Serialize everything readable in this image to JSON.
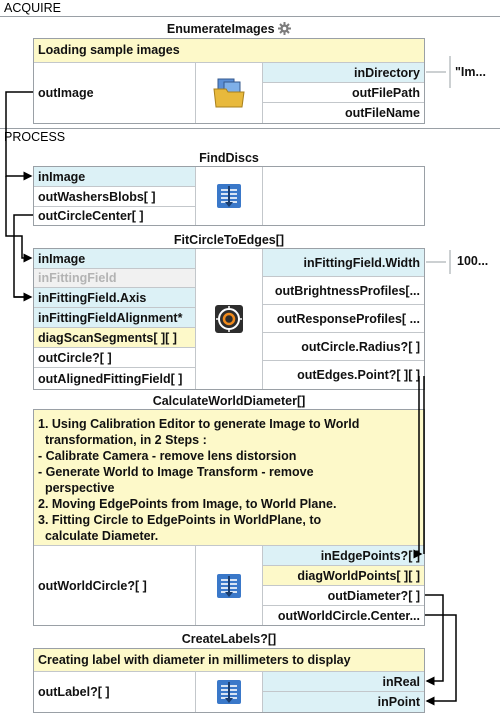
{
  "sections": {
    "acquire": "ACQUIRE",
    "process": "PROCESS"
  },
  "enumerate_images": {
    "title": "EnumerateImages",
    "comment": "Loading sample images",
    "inputs": [
      "outImage"
    ],
    "params": [
      "inDirectory",
      "outFilePath",
      "outFileName"
    ],
    "ext_value": "\"Im..."
  },
  "find_discs": {
    "title": "FindDiscs",
    "inputs": [
      "inImage",
      "outWashersBlobs[ ]",
      "outCircleCenter[ ]"
    ]
  },
  "fit_circle": {
    "title": "FitCircleToEdges[]",
    "left_rows": [
      "inImage",
      "inFittingField",
      "inFittingField.Axis",
      "inFittingFieldAlignment*",
      "diagScanSegments[ ][ ]",
      "outCircle?[ ]",
      "outAlignedFittingField[ ]"
    ],
    "right_rows": [
      "inFittingField.Width",
      "outBrightnessProfiles[...",
      "outResponseProfiles[ ...",
      "outCircle.Radius?[ ]",
      "outEdges.Point?[ ][ ]"
    ],
    "ext_value": "100..."
  },
  "calc_world": {
    "title": "CalculateWorldDiameter[]",
    "note": "1. Using Calibration Editor to generate Image to World\n  transformation, in 2 Steps :\n- Calibrate Camera - remove lens distorsion\n- Generate World to Image Transform - remove\n  perspective\n2. Moving EdgePoints from Image, to World Plane.\n3. Fitting Circle to EdgePoints in WorldPlane, to\n  calculate Diameter.",
    "left_rows": [
      "outWorldCircle?[ ]"
    ],
    "right_rows": [
      "inEdgePoints?[ ]",
      "diagWorldPoints[ ][ ]",
      "outDiameter?[ ]",
      "outWorldCircle.Center..."
    ]
  },
  "create_labels": {
    "title": "CreateLabels?[]",
    "comment": "Creating label with diameter in millimeters to display",
    "left_rows": [
      "outLabel?[ ]"
    ],
    "right_rows": [
      "inReal",
      "inPoint"
    ]
  },
  "icons": [
    "gear-icon",
    "folder-images-icon",
    "tool-blob-icon",
    "target-icon",
    "tool-calc-icon",
    "tool-label-icon"
  ],
  "colors": {
    "input_row": "#dcf1f6",
    "comment": "#fdf9c9",
    "border": "#9aa0a6",
    "wire": "#000000"
  }
}
